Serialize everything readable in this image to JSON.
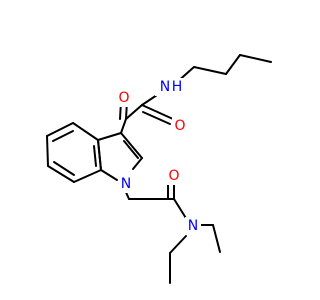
{
  "molecule": {
    "atoms": [
      {
        "id": "nh",
        "symbol": "N",
        "suffix": "H",
        "color": "#0000ff"
      },
      {
        "id": "o_ketone",
        "symbol": "O",
        "color": "#ff0000"
      },
      {
        "id": "o_amide1",
        "symbol": "O",
        "color": "#ff0000"
      },
      {
        "id": "n_indole",
        "symbol": "N",
        "color": "#0000ff"
      },
      {
        "id": "o_amide2",
        "symbol": "O",
        "color": "#ff0000"
      },
      {
        "id": "n_amine",
        "symbol": "N",
        "color": "#0000ff"
      }
    ],
    "bond_color": "#000000",
    "background": "#ffffff"
  }
}
